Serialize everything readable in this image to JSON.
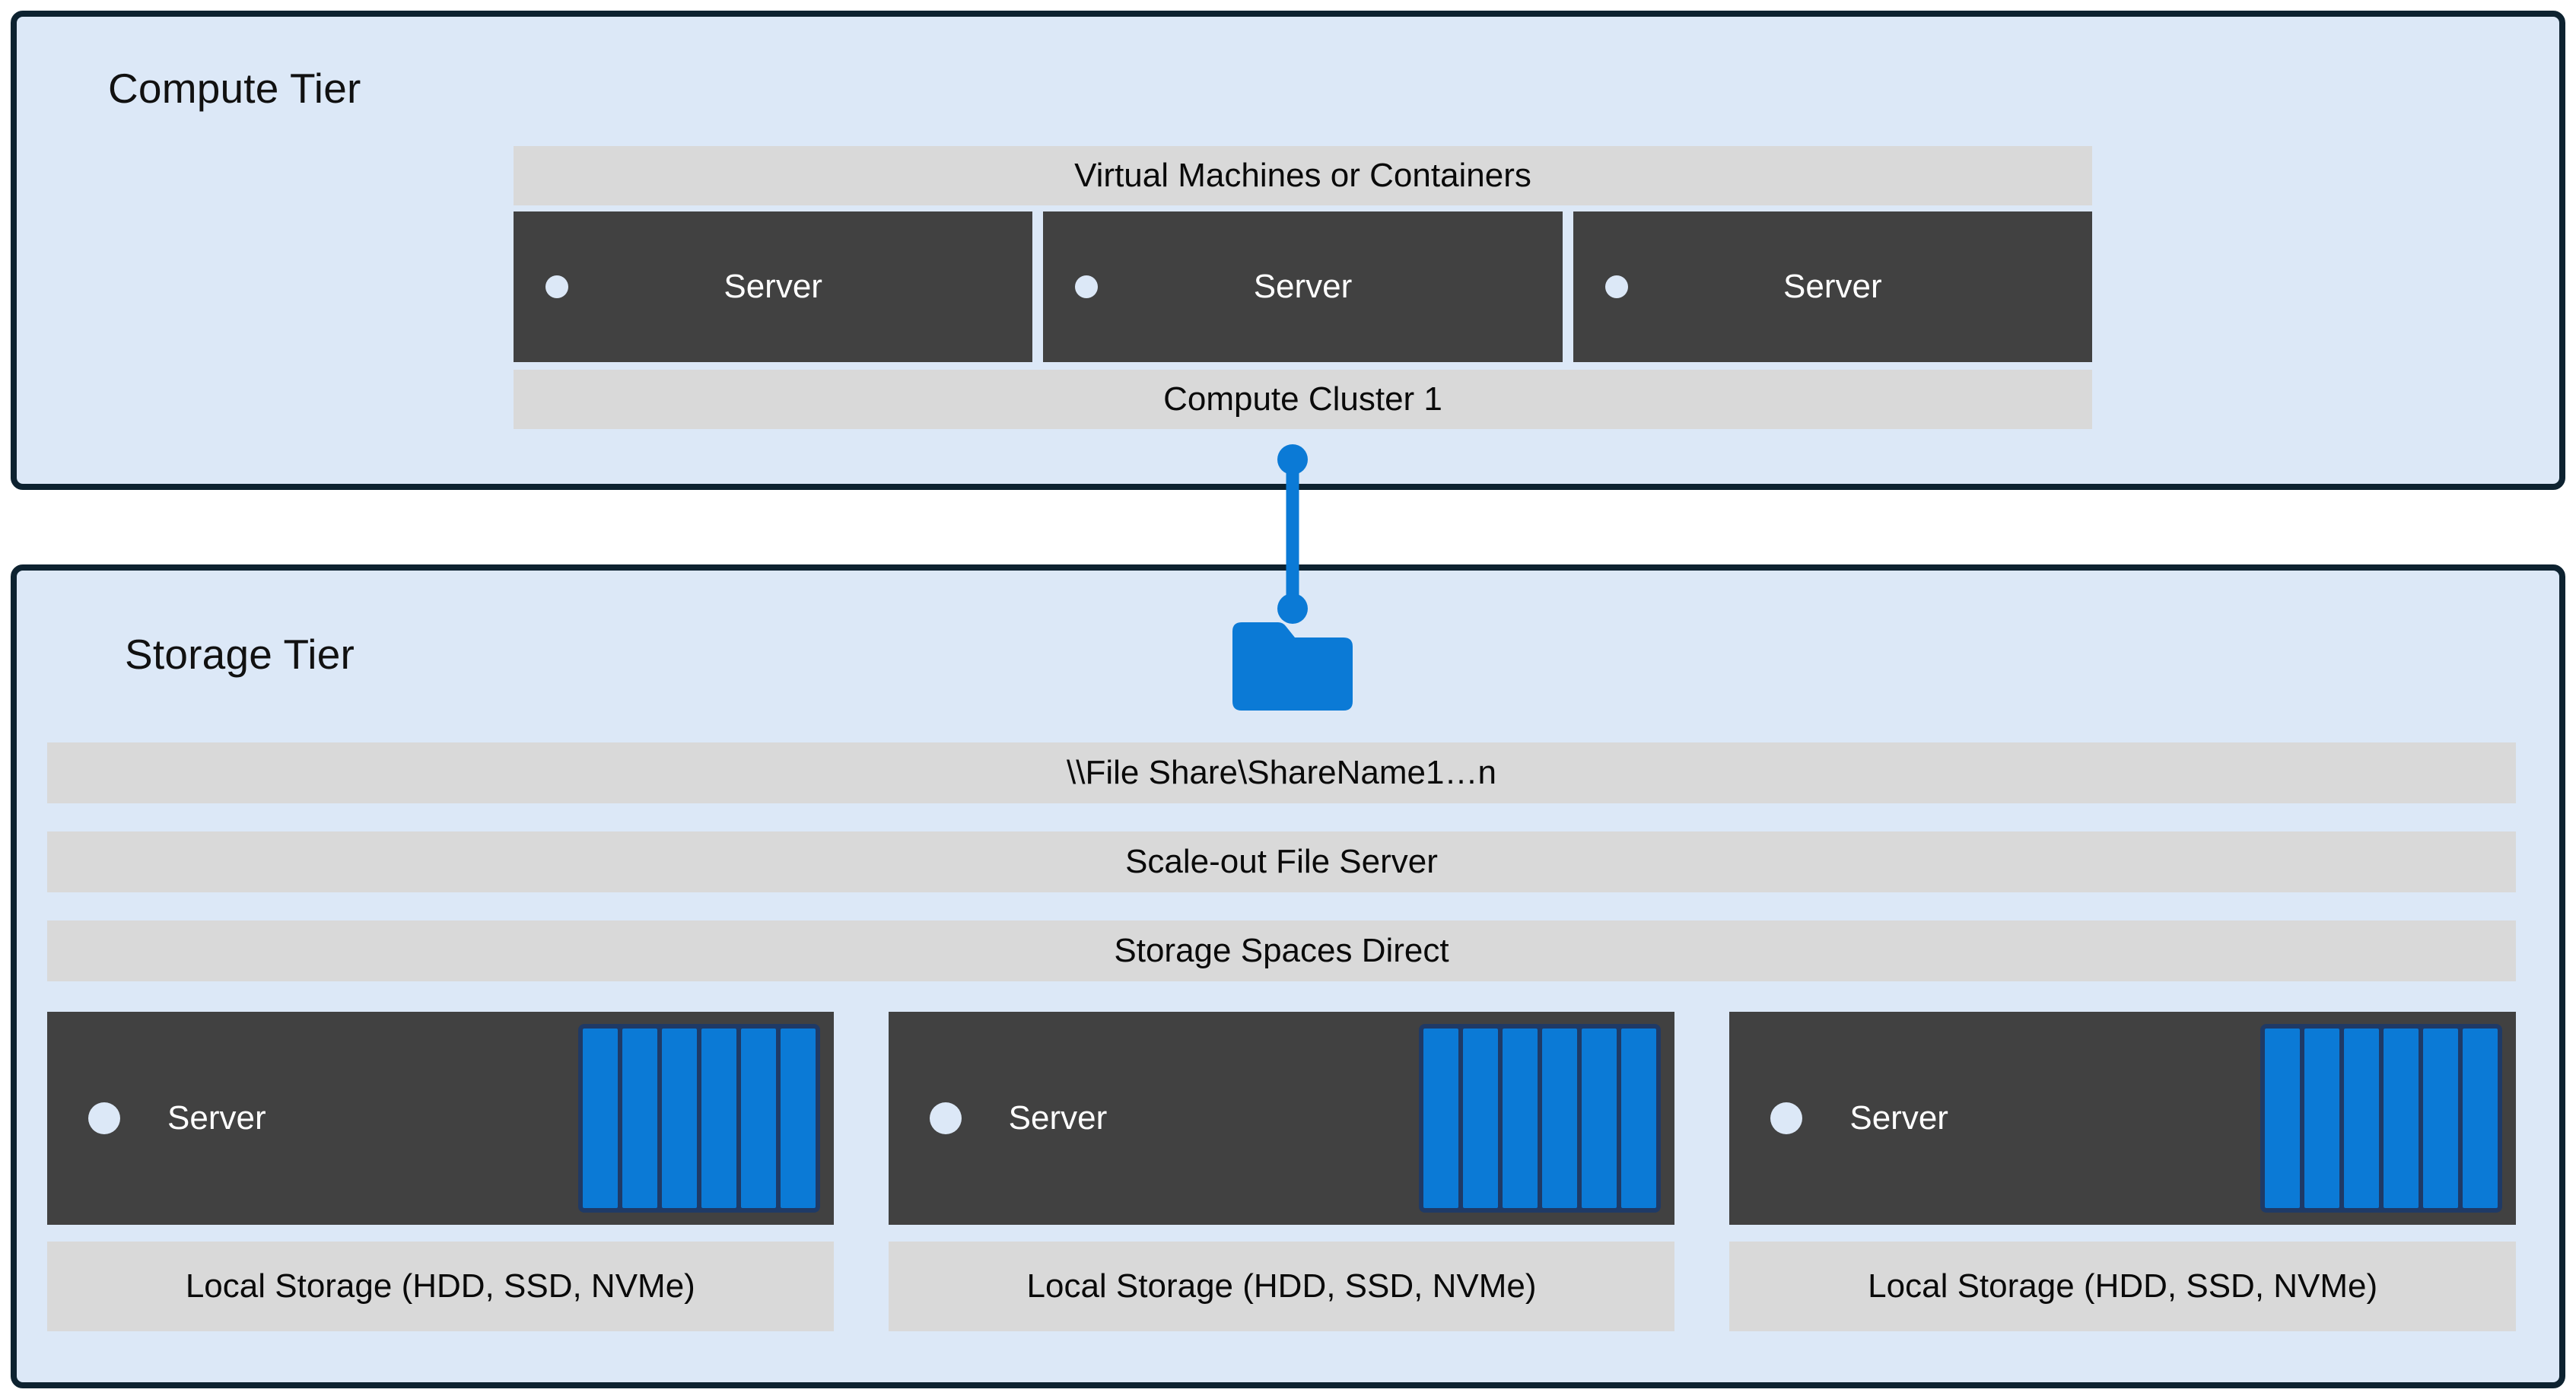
{
  "colors": {
    "tier_background": "#dce8f7",
    "tier_border": "#0d2230",
    "bar_gray": "#d9d9d9",
    "server_dark": "#414141",
    "accent_blue": "#0b7ad6",
    "disk_frame": "#1f3a66",
    "text_dark": "#0a0a0a",
    "text_light": "#ffffff",
    "page_background": "#ffffff"
  },
  "compute_tier": {
    "title": "Compute Tier",
    "top_bar_label": "Virtual Machines or Containers",
    "bottom_bar_label": "Compute Cluster 1",
    "servers": [
      {
        "label": "Server"
      },
      {
        "label": "Server"
      },
      {
        "label": "Server"
      }
    ]
  },
  "connector": {
    "icon": "folder-icon",
    "endpoint_top": "connector-dot-top",
    "endpoint_bottom": "connector-dot-bottom"
  },
  "storage_tier": {
    "title": "Storage Tier",
    "bars": [
      {
        "label": "\\\\File Share\\ShareName1…n"
      },
      {
        "label": "Scale-out File Server"
      },
      {
        "label": "Storage Spaces Direct"
      }
    ],
    "nodes": [
      {
        "server_label": "Server",
        "disk_count": 6,
        "caption": "Local Storage (HDD, SSD, NVMe)"
      },
      {
        "server_label": "Server",
        "disk_count": 6,
        "caption": "Local Storage (HDD, SSD, NVMe)"
      },
      {
        "server_label": "Server",
        "disk_count": 6,
        "caption": "Local Storage (HDD, SSD, NVMe)"
      }
    ]
  }
}
